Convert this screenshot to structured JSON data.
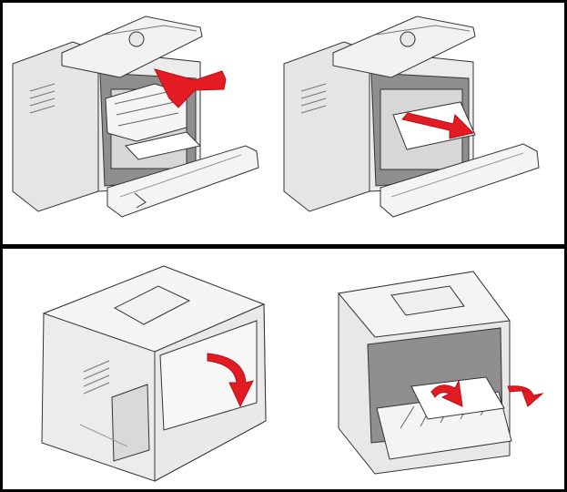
{
  "figure": {
    "panels": [
      {
        "id": "top",
        "steps": [
          "remove-print-cartridge",
          "pull-paper-from-front"
        ]
      },
      {
        "id": "bottom",
        "steps": [
          "open-rear-door",
          "pull-paper-from-rear"
        ]
      }
    ]
  },
  "colors": {
    "border": "#000000",
    "printer_body": "#eeeeee",
    "printer_shadow": "#cfcfcf",
    "printer_dark": "#8f8f8f",
    "printer_line": "#333333",
    "arrow": "#e31b23",
    "paper": "#ffffff"
  },
  "icons": [
    "arrow-icon",
    "printer-icon"
  ]
}
